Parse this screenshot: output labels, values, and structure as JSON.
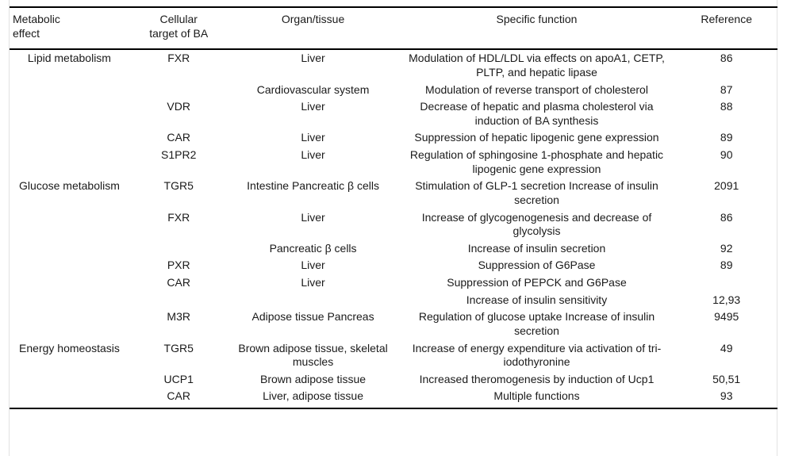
{
  "table": {
    "headers": [
      "Metabolic effect",
      "Cellular target of BA",
      "Organ/tissue",
      "Specific function",
      "Reference"
    ],
    "header_lines": {
      "effect": [
        "Metabolic",
        "effect"
      ],
      "target": [
        "Cellular",
        "target of BA"
      ],
      "organ": [
        "Organ/tissue",
        ""
      ],
      "function": [
        "Specific function",
        ""
      ],
      "reference": [
        "Reference",
        ""
      ]
    },
    "rows": [
      {
        "effect": "Lipid metabolism",
        "target": "FXR",
        "organ": "Liver",
        "function": "Modulation of HDL/LDL via effects on apoA1, CETP, PLTP, and hepatic lipase",
        "reference": "86"
      },
      {
        "effect": "",
        "target": "",
        "organ": "Cardiovascular system",
        "function": "Modulation of reverse transport of cholesterol",
        "reference": "87"
      },
      {
        "effect": "",
        "target": "VDR",
        "organ": "Liver",
        "function": "Decrease of hepatic and plasma cholesterol via induction of BA synthesis",
        "reference": "88"
      },
      {
        "effect": "",
        "target": "CAR",
        "organ": "Liver",
        "function": "Suppression of hepatic lipogenic gene expression",
        "reference": "89"
      },
      {
        "effect": "",
        "target": "S1PR2",
        "organ": "Liver",
        "function": "Regulation of sphingosine 1-phosphate and hepatic lipogenic gene expression",
        "reference": "90"
      },
      {
        "effect": "Glucose metabolism",
        "target": "TGR5",
        "organ": "Intestine Pancreatic β cells",
        "function": "Stimulation of GLP-1 secretion Increase of insulin secretion",
        "reference": "2091"
      },
      {
        "effect": "",
        "target": "FXR",
        "organ": "Liver",
        "function": "Increase of glycogenogenesis and decrease of glycolysis",
        "reference": "86"
      },
      {
        "effect": "",
        "target": "",
        "organ": "Pancreatic β cells",
        "function": "Increase of insulin secretion",
        "reference": "92"
      },
      {
        "effect": "",
        "target": "PXR",
        "organ": "Liver",
        "function": "Suppression of G6Pase",
        "reference": "89"
      },
      {
        "effect": "",
        "target": "CAR",
        "organ": "Liver",
        "function": "Suppression of PEPCK and G6Pase",
        "reference": ""
      },
      {
        "effect": "",
        "target": "",
        "organ": "",
        "function": "Increase of insulin sensitivity",
        "reference": "12,93"
      },
      {
        "effect": "",
        "target": "M3R",
        "organ": "Adipose tissue Pancreas",
        "function": "Regulation of glucose uptake Increase of insulin secretion",
        "reference": "9495"
      },
      {
        "effect": "Energy homeostasis",
        "target": "TGR5",
        "organ": "Brown adipose tissue, skeletal muscles",
        "function": "Increase of energy expenditure via activation of tri-iodothyronine",
        "reference": "49"
      },
      {
        "effect": "",
        "target": "UCP1",
        "organ": "Brown adipose tissue",
        "function": "Increased theromogenesis by induction of Ucp1",
        "reference": "50,51"
      },
      {
        "effect": "",
        "target": "CAR",
        "organ": "Liver, adipose tissue",
        "function": "Multiple functions",
        "reference": "93"
      }
    ]
  },
  "style": {
    "rule_color": "#000000",
    "text_color": "#1a1a1a",
    "background": "#ffffff"
  }
}
